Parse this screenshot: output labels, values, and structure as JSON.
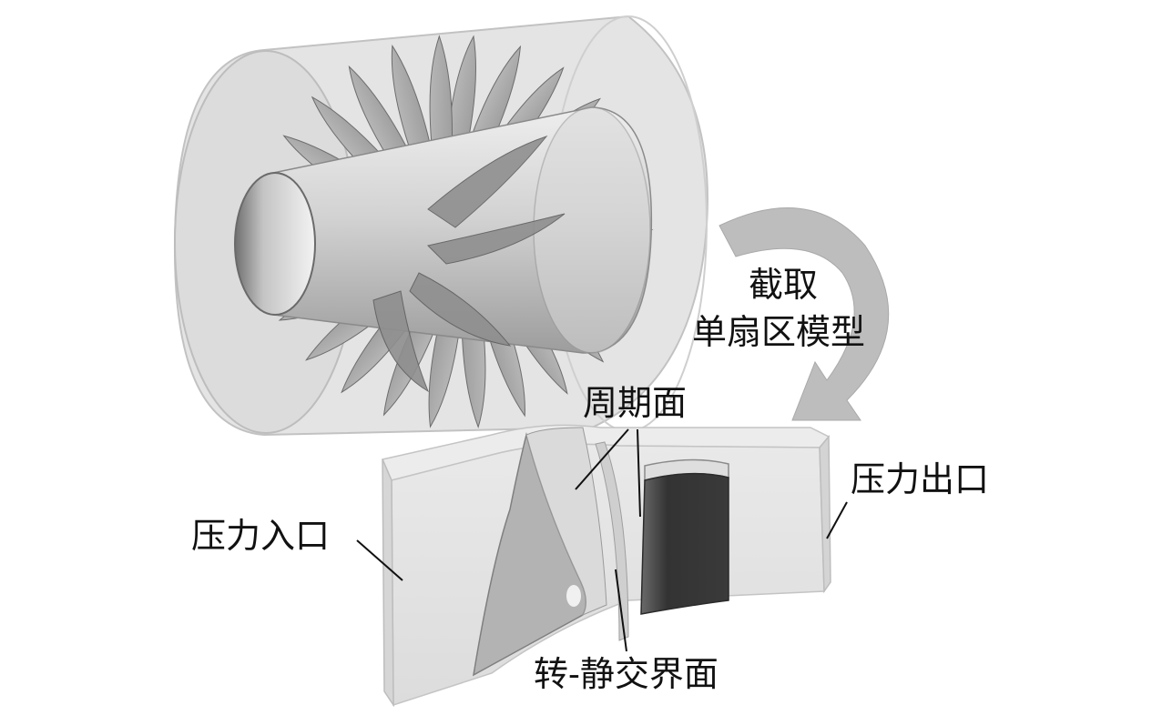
{
  "labels": {
    "cut": "截取",
    "model": "单扇区模型",
    "periodic": "周期面",
    "outlet": "压力出口",
    "inlet": "压力入口",
    "interface": "转-静交界面"
  },
  "colors": {
    "casing": "#e3e3e3",
    "casing_edge": "#b5b5b5",
    "blade": "#9a9a9a",
    "blade_dark": "#777777",
    "hub": "#c8c8c8",
    "vane": "#4a4a4a",
    "arrow": "#bdbdbd",
    "text": "#111111"
  }
}
